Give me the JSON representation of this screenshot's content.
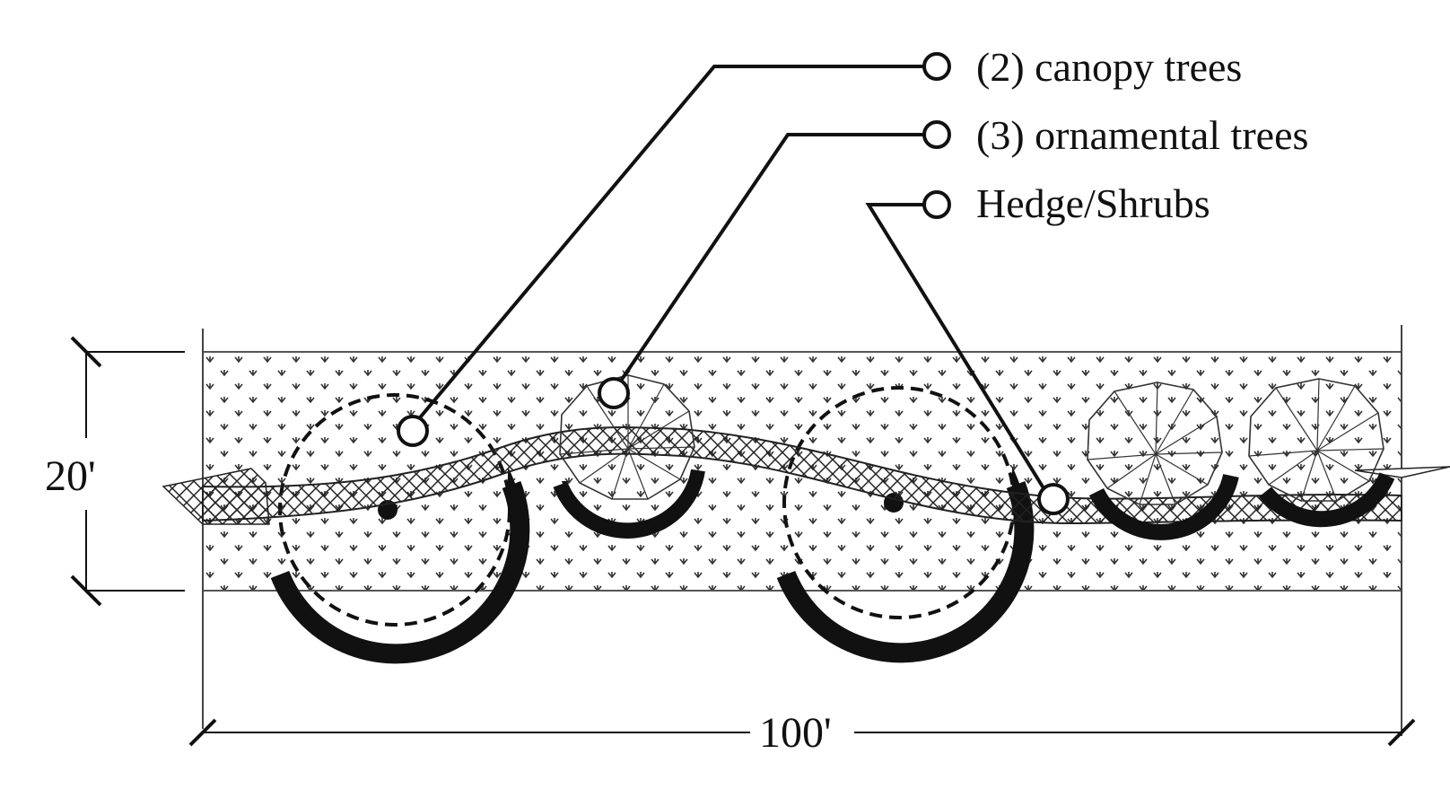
{
  "labels": {
    "canopy": "(2) canopy trees",
    "ornamental": "(3) ornamental trees",
    "hedge": "Hedge/Shrubs"
  },
  "dimensions": {
    "depth": "20'",
    "length": "100'"
  },
  "colors": {
    "ink": "#111111",
    "ground_mark": "#333333",
    "hatch": "#222222"
  }
}
